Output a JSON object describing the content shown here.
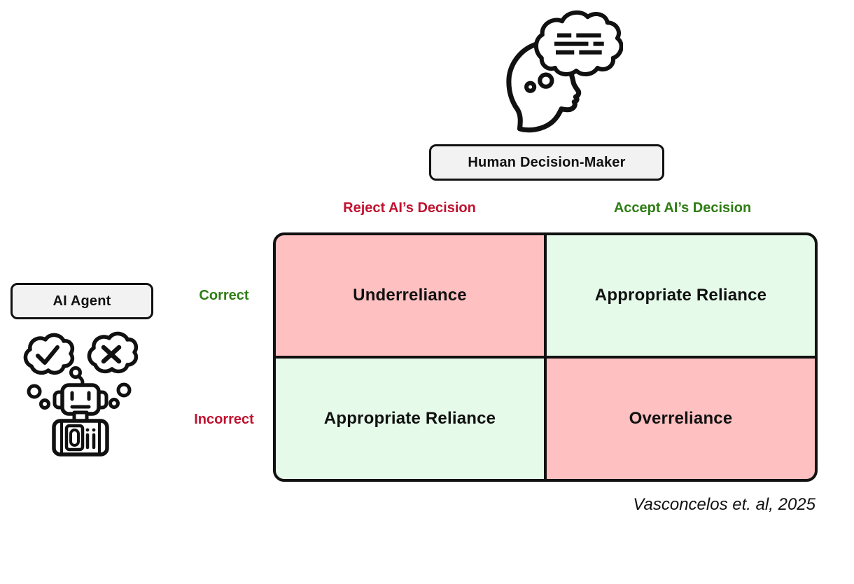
{
  "human": {
    "label": "Human Decision-Maker",
    "icon": "human-head-thinking-icon"
  },
  "ai": {
    "label": "AI Agent",
    "icon": "robot-thinking-icon"
  },
  "columns": [
    {
      "label": "Reject AI’s Decision",
      "color": "#c1122f"
    },
    {
      "label": "Accept AI’s Decision",
      "color": "#2e7d14"
    }
  ],
  "rows": [
    {
      "label": "Correct",
      "color": "#2e7d14"
    },
    {
      "label": "Incorrect",
      "color": "#c1122f"
    }
  ],
  "matrix": {
    "cells": [
      {
        "row": "Correct",
        "column": "Reject AI’s Decision",
        "label": "Underreliance",
        "bg": "#ffc0c1"
      },
      {
        "row": "Correct",
        "column": "Accept AI’s Decision",
        "label": "Appropriate Reliance",
        "bg": "#e5fae9"
      },
      {
        "row": "Incorrect",
        "column": "Reject AI’s Decision",
        "label": "Appropriate Reliance",
        "bg": "#e5fae9"
      },
      {
        "row": "Incorrect",
        "column": "Accept AI’s Decision",
        "label": "Overreliance",
        "bg": "#ffc0c1"
      }
    ]
  },
  "citation": {
    "text": "Vasconcelos et. al, 2025"
  },
  "colors": {
    "border": "#111111",
    "label_box_bg": "#f2f2f2",
    "bad_cell": "#ffc0c1",
    "good_cell": "#e5fae9",
    "reject_red": "#c1122f",
    "accept_green": "#2e7d14"
  }
}
